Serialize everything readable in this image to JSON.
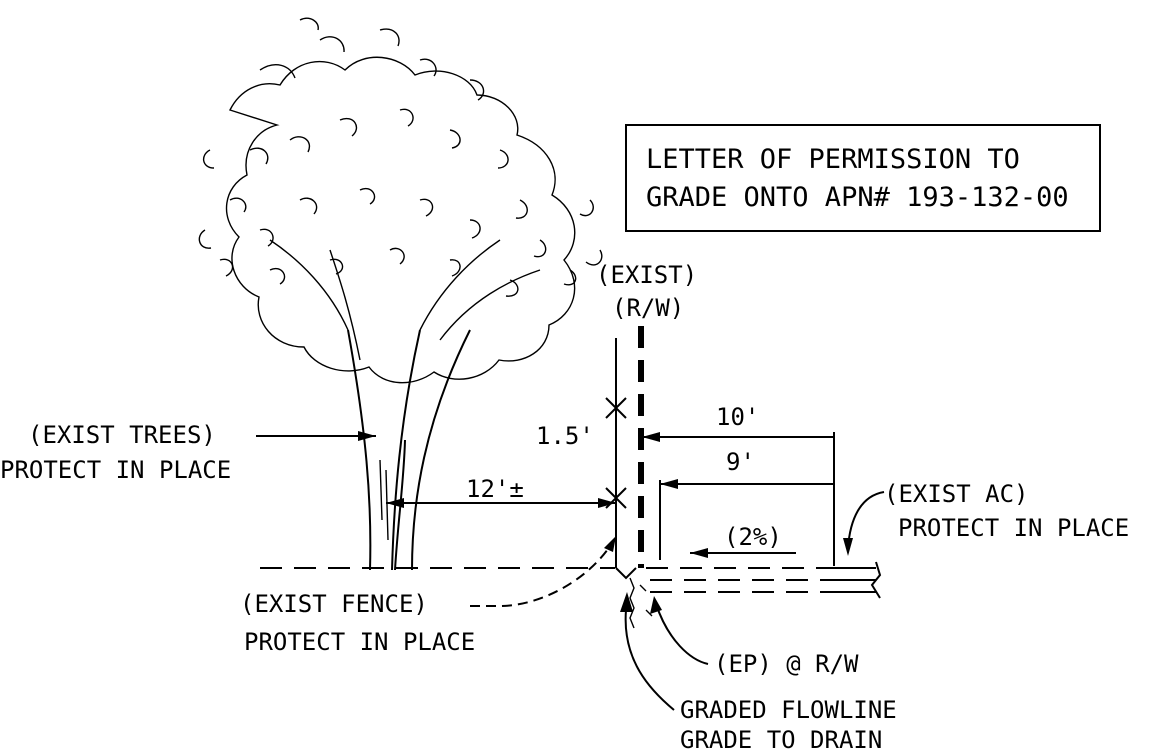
{
  "note_box": {
    "line1": "LETTER OF PERMISSION TO",
    "line2": "GRADE ONTO APN# 193-132-00"
  },
  "rw_label": {
    "line1": "(EXIST)",
    "line2": "(R/W)"
  },
  "trees_label": {
    "line1": "(EXIST TREES)",
    "line2": "PROTECT IN PLACE"
  },
  "fence_label": {
    "line1": "(EXIST FENCE)",
    "line2": "PROTECT IN PLACE"
  },
  "ac_label": {
    "line1": "(EXIST AC)",
    "line2": "PROTECT IN PLACE"
  },
  "ep_label": "(EP) @ R/W",
  "flowline_label": {
    "line1": "GRADED FLOWLINE",
    "line2": "GRADE TO DRAIN"
  },
  "dimensions": {
    "d_1_5": "1.5'",
    "d_12": "12'±",
    "d_10": "10'",
    "d_9": "9'",
    "slope": "(2%)"
  }
}
